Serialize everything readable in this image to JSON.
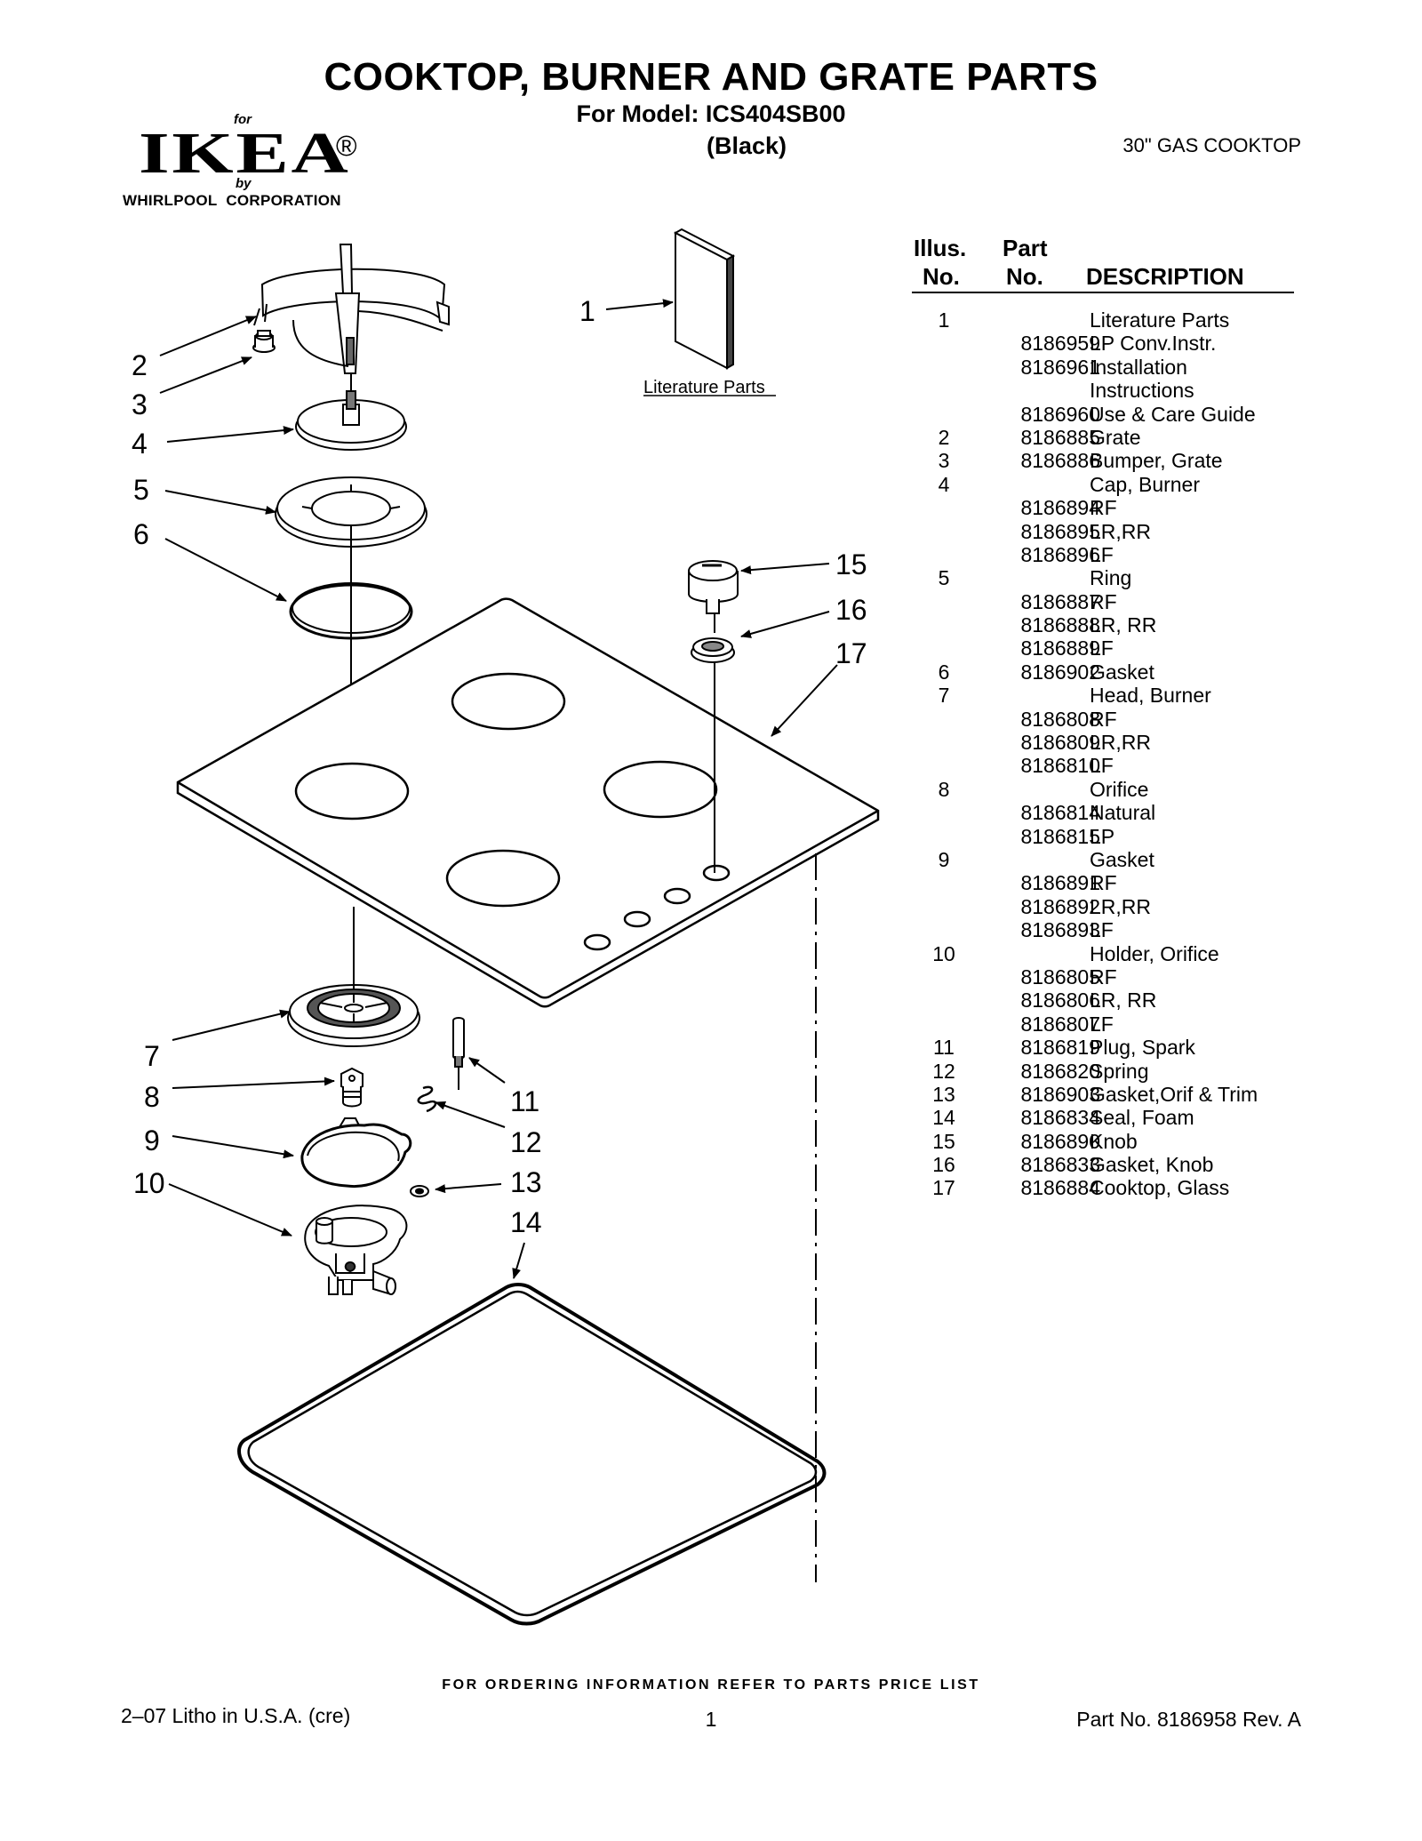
{
  "header": {
    "title": "COOKTOP, BURNER AND GRATE PARTS",
    "model_line": "For Model: ICS404SB00",
    "color_line": "(Black)",
    "product_type": "30\" GAS COOKTOP"
  },
  "logo": {
    "for_text": "for",
    "brand": "IKEA",
    "registered_mark": "®",
    "by_text": "by",
    "corporation": "WHIRLPOOL  CORPORATION"
  },
  "diagram": {
    "literature_label": "Literature Parts",
    "callouts": [
      "1",
      "2",
      "3",
      "4",
      "5",
      "6",
      "7",
      "8",
      "9",
      "10",
      "11",
      "12",
      "13",
      "14",
      "15",
      "16",
      "17"
    ]
  },
  "table": {
    "headers": {
      "illus_line1": "Illus.",
      "illus_line2": "No.",
      "part_line1": "Part",
      "part_line2": "No.",
      "description": "DESCRIPTION"
    },
    "rows": [
      {
        "illus": "1",
        "part": "",
        "desc": "Literature Parts"
      },
      {
        "illus": "",
        "part": "8186959",
        "desc": "LP Conv.Instr."
      },
      {
        "illus": "",
        "part": "8186961",
        "desc": "Installation"
      },
      {
        "illus": "",
        "part": "",
        "desc": "Instructions"
      },
      {
        "illus": "",
        "part": "8186960",
        "desc": "Use & Care Guide"
      },
      {
        "illus": "2",
        "part": "8186885",
        "desc": "Grate"
      },
      {
        "illus": "3",
        "part": "8186886",
        "desc": "Bumper, Grate"
      },
      {
        "illus": "4",
        "part": "",
        "desc": "Cap, Burner"
      },
      {
        "illus": "",
        "part": "8186894",
        "desc": "RF"
      },
      {
        "illus": "",
        "part": "8186895",
        "desc": "LR,RR"
      },
      {
        "illus": "",
        "part": "8186896",
        "desc": "LF"
      },
      {
        "illus": "5",
        "part": "",
        "desc": "Ring"
      },
      {
        "illus": "",
        "part": "8186887",
        "desc": "RF"
      },
      {
        "illus": "",
        "part": "8186888",
        "desc": "LR, RR"
      },
      {
        "illus": "",
        "part": "8186889",
        "desc": "LF"
      },
      {
        "illus": "6",
        "part": "8186902",
        "desc": "Gasket"
      },
      {
        "illus": "7",
        "part": "",
        "desc": "Head, Burner"
      },
      {
        "illus": "",
        "part": "8186808",
        "desc": "RF"
      },
      {
        "illus": "",
        "part": "8186809",
        "desc": "LR,RR"
      },
      {
        "illus": "",
        "part": "8186810",
        "desc": "LF"
      },
      {
        "illus": "8",
        "part": "",
        "desc": "Orifice"
      },
      {
        "illus": "",
        "part": "8186814",
        "desc": "Natural"
      },
      {
        "illus": "",
        "part": "8186815",
        "desc": "LP"
      },
      {
        "illus": "9",
        "part": "",
        "desc": "Gasket"
      },
      {
        "illus": "",
        "part": "8186891",
        "desc": "RF"
      },
      {
        "illus": "",
        "part": "8186892",
        "desc": "LR,RR"
      },
      {
        "illus": "",
        "part": "8186893",
        "desc": "LF"
      },
      {
        "illus": "10",
        "part": "",
        "desc": "Holder, Orifice"
      },
      {
        "illus": "",
        "part": "8186805",
        "desc": "RF"
      },
      {
        "illus": "",
        "part": "8186806",
        "desc": "LR, RR"
      },
      {
        "illus": "",
        "part": "8186807",
        "desc": "LF"
      },
      {
        "illus": "11",
        "part": "8186819",
        "desc": "Plug, Spark"
      },
      {
        "illus": "12",
        "part": "8186820",
        "desc": "Spring"
      },
      {
        "illus": "13",
        "part": "8186903",
        "desc": "Gasket,Orif & Trim"
      },
      {
        "illus": "14",
        "part": "8186834",
        "desc": "Seal, Foam"
      },
      {
        "illus": "15",
        "part": "8186890",
        "desc": "Knob"
      },
      {
        "illus": "16",
        "part": "8186833",
        "desc": "Gasket, Knob"
      },
      {
        "illus": "17",
        "part": "8186884",
        "desc": "Cooktop, Glass"
      }
    ]
  },
  "footer": {
    "ordering_note": "FOR ORDERING INFORMATION REFER TO PARTS PRICE LIST",
    "litho": "2–07 Litho in U.S.A. (cre)",
    "page_number": "1",
    "part_number": "Part No. 8186958 Rev. A"
  }
}
